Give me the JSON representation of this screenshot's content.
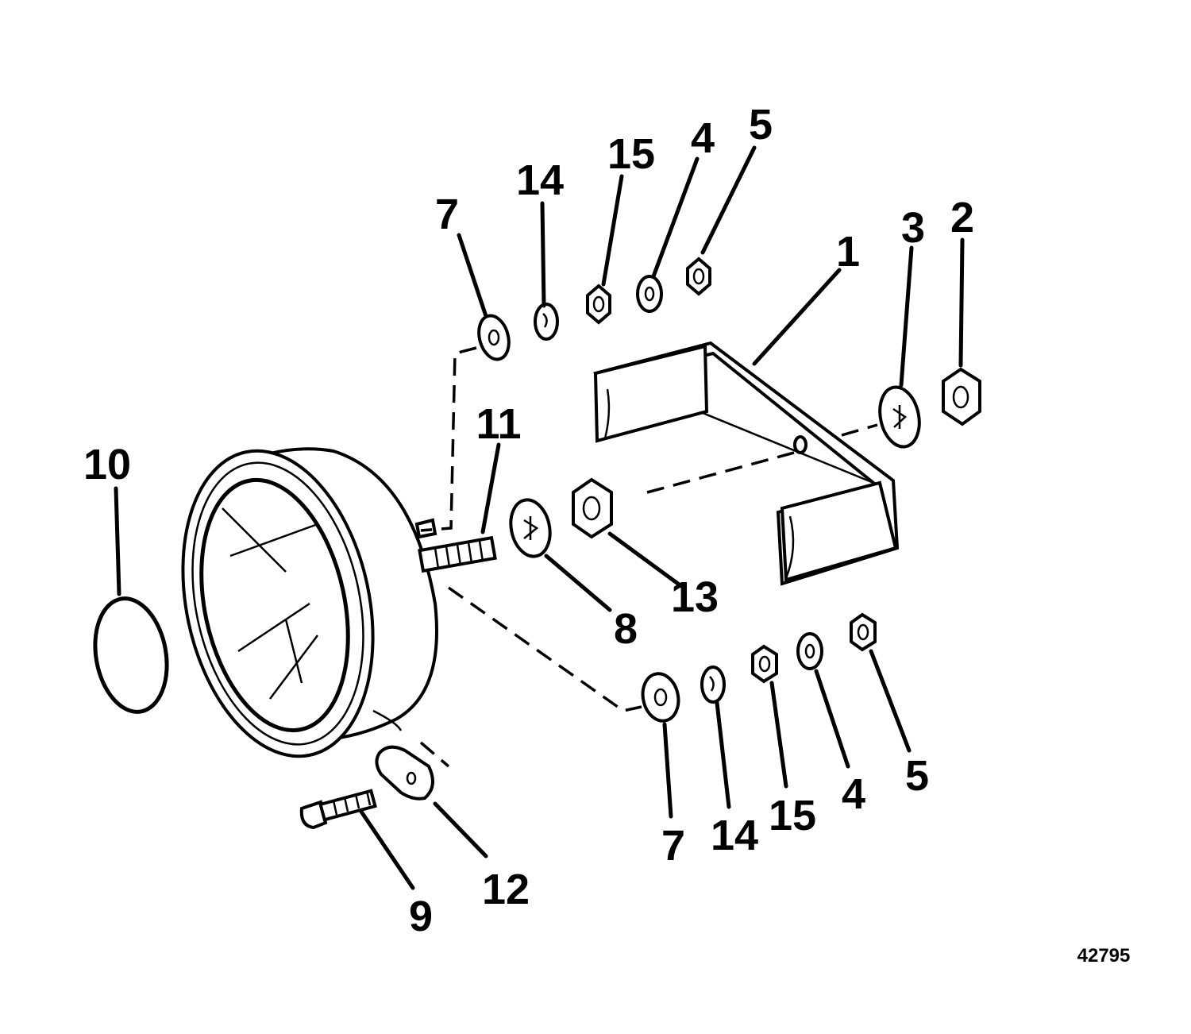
{
  "callouts": [
    {
      "id": "c1",
      "text": "1"
    },
    {
      "id": "c2",
      "text": "2"
    },
    {
      "id": "c3",
      "text": "3"
    },
    {
      "id": "c4a",
      "text": "4"
    },
    {
      "id": "c5a",
      "text": "5"
    },
    {
      "id": "c7a",
      "text": "7"
    },
    {
      "id": "c8",
      "text": "8"
    },
    {
      "id": "c9",
      "text": "9"
    },
    {
      "id": "c10",
      "text": "10"
    },
    {
      "id": "c11",
      "text": "11"
    },
    {
      "id": "c12",
      "text": "12"
    },
    {
      "id": "c13",
      "text": "13"
    },
    {
      "id": "c14a",
      "text": "14"
    },
    {
      "id": "c15a",
      "text": "15"
    },
    {
      "id": "c7b",
      "text": "7"
    },
    {
      "id": "c14b",
      "text": "14"
    },
    {
      "id": "c15b",
      "text": "15"
    },
    {
      "id": "c4b",
      "text": "4"
    },
    {
      "id": "c5b",
      "text": "5"
    }
  ],
  "figure_number": "42795"
}
